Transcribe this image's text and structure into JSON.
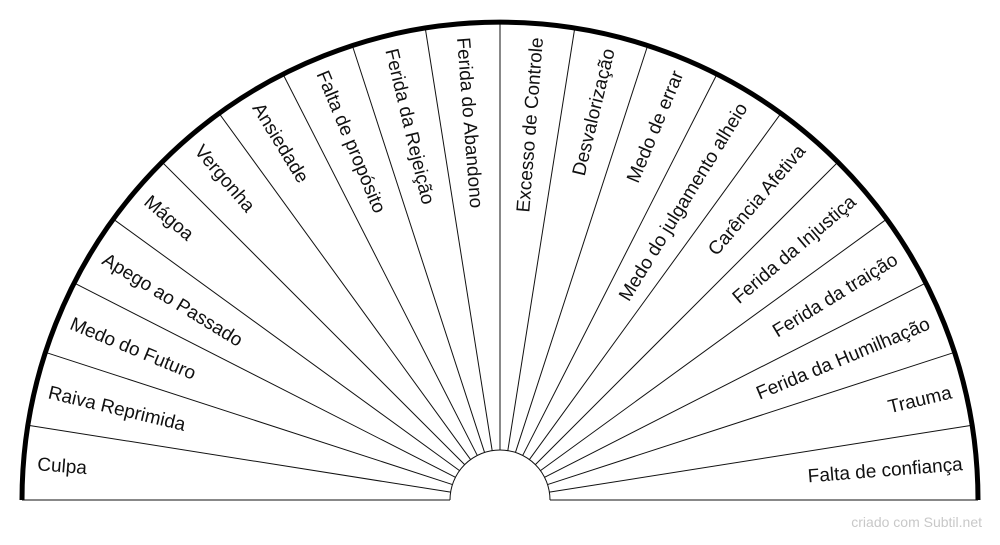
{
  "colors": {
    "background": "#ffffff",
    "lines": "#111111",
    "outer_border": "#000000",
    "credit": "#c8c8c8"
  },
  "chart": {
    "type": "semicircle-pendulum-chart",
    "segments": [
      "Culpa",
      "Raiva Reprimida",
      "Medo do Futuro",
      "Apego ao Passado",
      "Mágoa",
      "Vergonha",
      "Ansiedade",
      "Falta de propósito",
      "Ferida da Rejeição",
      "Ferida do Abandono",
      "Excesso de Controle",
      "Desvalorização",
      "Medo de errar",
      "Medo do julgamento alheio",
      "Carência Afetiva",
      "Ferida da Injustiça",
      "Ferida da traição",
      "Ferida da Humilhação",
      "Trauma",
      "Falta de confiança"
    ]
  },
  "footer": {
    "credit": "criado com Subtil.net"
  }
}
